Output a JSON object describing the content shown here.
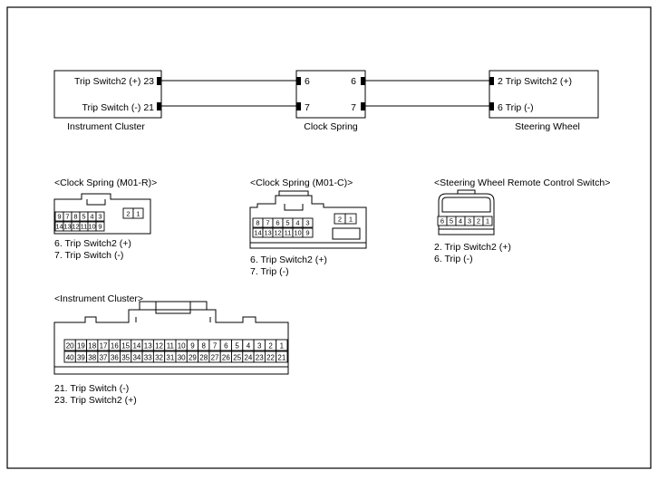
{
  "schematic": {
    "instrument_cluster": {
      "name": "Instrument Cluster",
      "pins": [
        {
          "label": "Trip Switch2 (+) 23"
        },
        {
          "label": "Trip Switch (-) 21"
        }
      ]
    },
    "clock_spring": {
      "name": "Clock Spring",
      "left_pins": [
        "6",
        "7"
      ],
      "right_pins": [
        "6",
        "7"
      ]
    },
    "steering_wheel": {
      "name": "Steering Wheel",
      "pins": [
        {
          "label": "2 Trip Switch2 (+)"
        },
        {
          "label": "6 Trip (-)"
        }
      ]
    }
  },
  "connectors": {
    "clock_spring_r": {
      "title": "<Clock Spring (M01-R)>",
      "row1": [
        "9",
        "7",
        "8",
        "5",
        "4",
        "3"
      ],
      "row2": [
        "14",
        "13",
        "12",
        "11",
        "10",
        "9"
      ],
      "side": [
        "2",
        "1"
      ],
      "notes": [
        "6. Trip Switch2 (+)",
        "7. Trip Switch (-)"
      ]
    },
    "clock_spring_c": {
      "title": "<Clock Spring (M01-C)>",
      "row1": [
        "8",
        "7",
        "6",
        "5",
        "4",
        "3"
      ],
      "row2": [
        "14",
        "13",
        "12",
        "11",
        "10",
        "9"
      ],
      "side": [
        "2",
        "1"
      ],
      "notes": [
        "6. Trip Switch2 (+)",
        "7. Trip (-)"
      ]
    },
    "steering_wheel_remote": {
      "title": "<Steering Wheel Remote Control Switch>",
      "row1": [
        "6",
        "5",
        "4",
        "3",
        "2",
        "1"
      ],
      "notes": [
        "2. Trip Switch2 (+)",
        "6. Trip (-)"
      ]
    },
    "instrument_cluster": {
      "title": "<Instrument Cluster>",
      "row1": [
        "20",
        "19",
        "18",
        "17",
        "16",
        "15",
        "14",
        "13",
        "12",
        "11",
        "10",
        "9",
        "8",
        "7",
        "6",
        "5",
        "4",
        "3",
        "2",
        "1"
      ],
      "row2": [
        "40",
        "39",
        "38",
        "37",
        "36",
        "35",
        "34",
        "33",
        "32",
        "31",
        "30",
        "29",
        "28",
        "27",
        "26",
        "25",
        "24",
        "23",
        "22",
        "21"
      ],
      "notes": [
        "21. Trip Switch (-)",
        "23. Trip Switch2 (+)"
      ]
    }
  }
}
